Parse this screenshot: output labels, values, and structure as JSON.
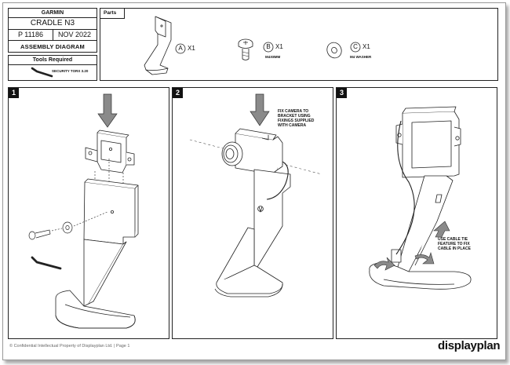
{
  "title_block": {
    "brand": "GARMIN",
    "product": "CRADLE N3",
    "part_number": "P 11186",
    "date": "NOV 2022",
    "document_type": "ASSEMBLY DIAGRAM"
  },
  "tools": {
    "heading": "Tools Required",
    "item": "SECURITY TORX 3.20"
  },
  "parts": {
    "heading": "Parts",
    "items": [
      {
        "letter": "A",
        "qty": "X1",
        "desc": ""
      },
      {
        "letter": "B",
        "qty": "X1",
        "desc": "M4X8MM"
      },
      {
        "letter": "C",
        "qty": "X1",
        "desc": "M4 WASHER"
      }
    ]
  },
  "steps": [
    {
      "number": "1",
      "note": ""
    },
    {
      "number": "2",
      "note": [
        "FIX CAMERA TO",
        "BRACKET USING",
        "FIXINGS SUPPLIED",
        "WITH CAMERA"
      ]
    },
    {
      "number": "3",
      "note": [
        "USE CABLE TIE",
        "FEATURE TO FIX",
        "CABLE IN PLACE"
      ]
    }
  ],
  "footer": "© Confidential Intellectual Property of Displayplan Ltd. | Page 1",
  "logo": "displayplan",
  "colors": {
    "arrow": "#8a8a8a",
    "line": "#222222",
    "step_badge": "#111111"
  }
}
